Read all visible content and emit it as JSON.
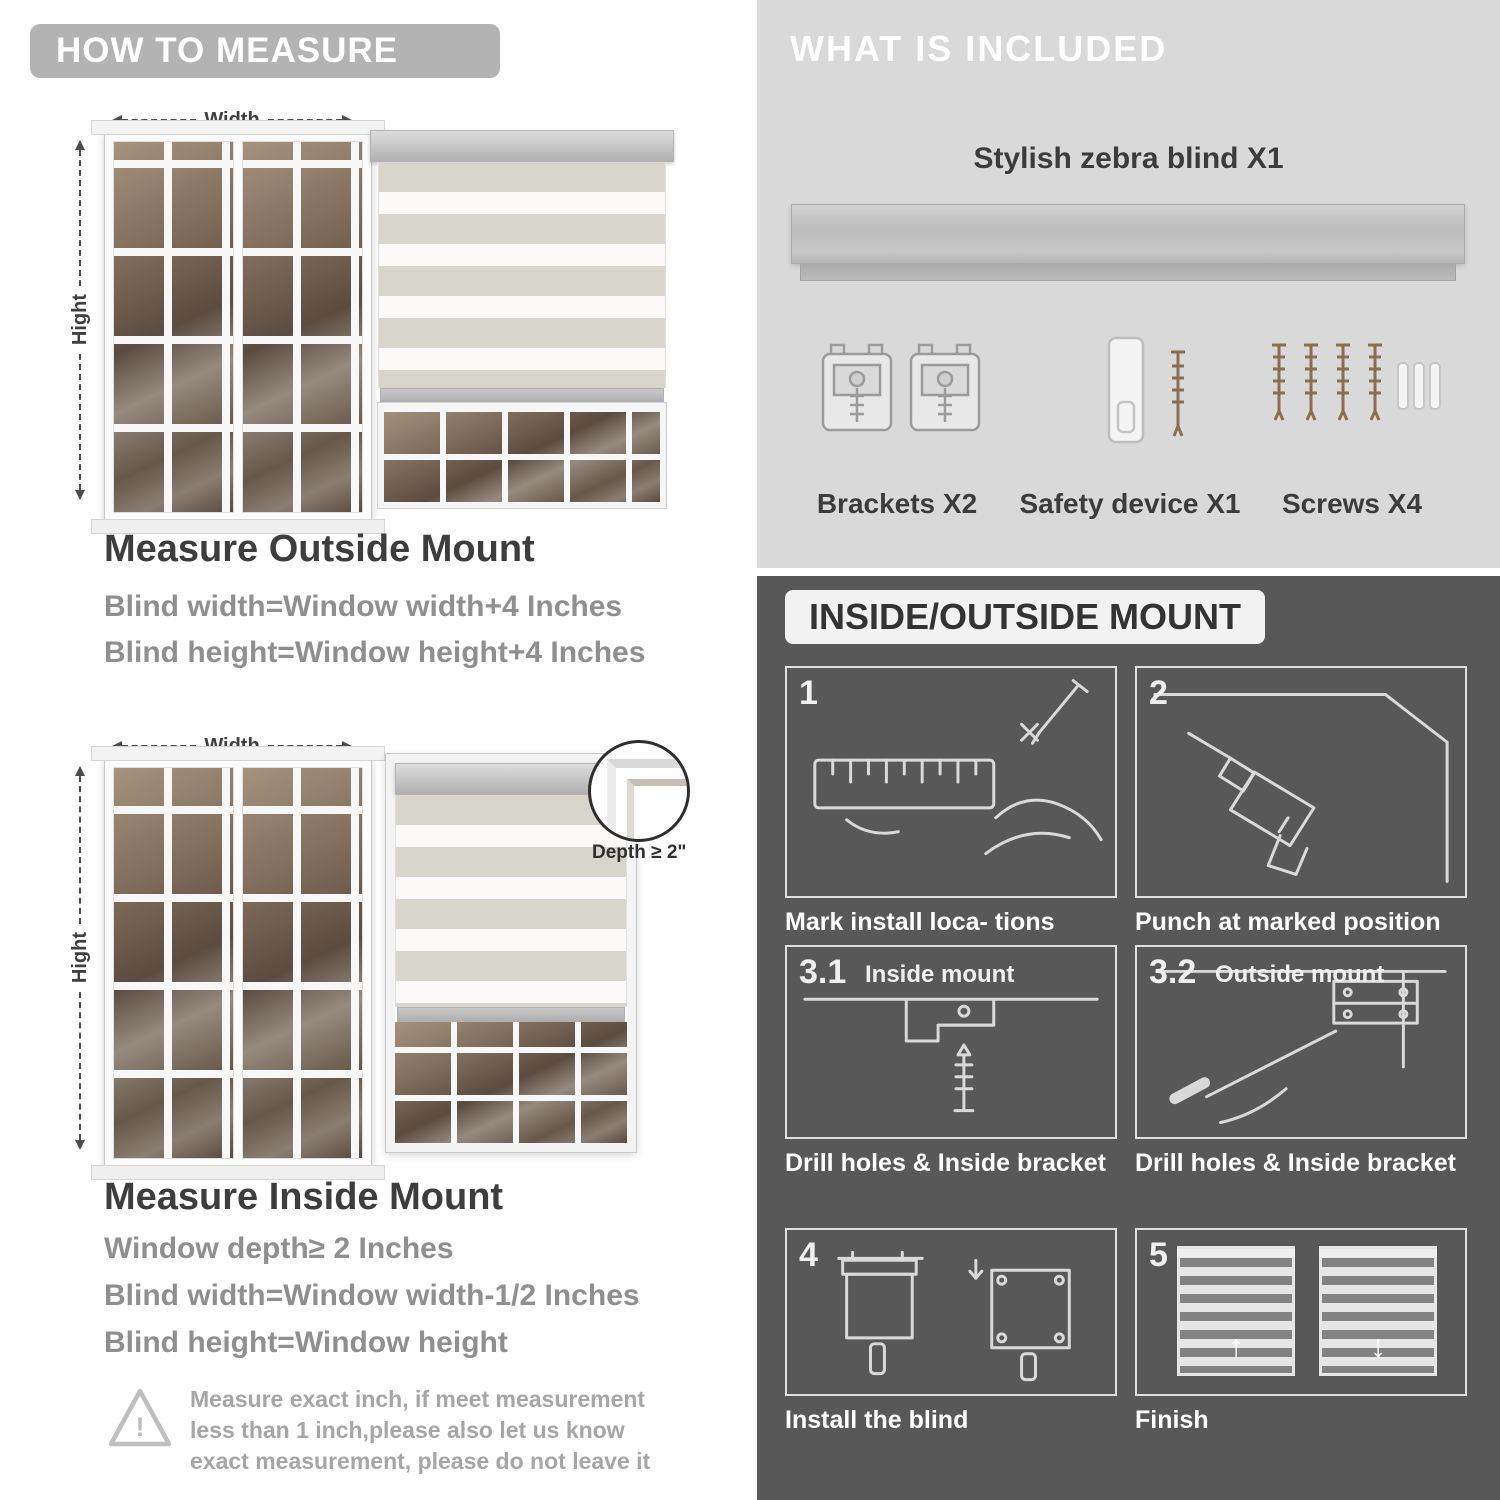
{
  "left": {
    "header": "HOW TO MEASURE",
    "outside": {
      "width_label": "Width",
      "height_label": "Hight",
      "title": "Measure Outside Mount",
      "line1": "Blind width=Window width+4 Inches",
      "line2": "Blind height=Window height+4 Inches"
    },
    "inside": {
      "width_label": "Width",
      "height_label": "Hight",
      "depth_label": "Depth ≥ 2\"",
      "title": "Measure Inside Mount",
      "line1": "Window depth≥ 2 Inches",
      "line2": "Blind width=Window width-1/2 Inches",
      "line3": "Blind height=Window height"
    },
    "note": {
      "mark": "!",
      "text": "Measure exact inch, if meet measurement less than 1 inch,please also let us know exact measurement, please do not leave it"
    }
  },
  "included": {
    "header": "WHAT IS INCLUDED",
    "blind_label": "Stylish zebra blind X1",
    "items": [
      {
        "label": "Brackets X2"
      },
      {
        "label": "Safety device X1"
      },
      {
        "label": "Screws X4"
      }
    ]
  },
  "mount": {
    "header": "INSIDE/OUTSIDE MOUNT",
    "steps": [
      {
        "num": "1",
        "sub": "",
        "caption": "Mark install loca- tions"
      },
      {
        "num": "2",
        "sub": "",
        "caption": "Punch at  marked position"
      },
      {
        "num": "3.1",
        "sub": "Inside mount",
        "caption": "Drill holes &  Inside bracket"
      },
      {
        "num": "3.2",
        "sub": "Outside mount",
        "caption": "Drill holes &  Inside bracket"
      },
      {
        "num": "4",
        "sub": "",
        "caption": "Install the blind"
      },
      {
        "num": "5",
        "sub": "",
        "caption": "Finish"
      }
    ]
  },
  "colors": {
    "header_chip": "#b3b3b3",
    "light_panel": "#d9d9d9",
    "dark_panel": "#585858",
    "title_text": "#3d3d3d",
    "muted_text": "#8f8f8f",
    "note_text": "#a6a6a6",
    "caption_text": "#ffffff"
  }
}
